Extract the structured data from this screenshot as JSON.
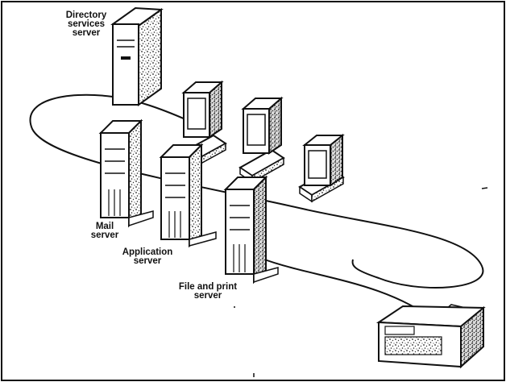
{
  "labels": {
    "directory": [
      "Directory",
      "services",
      "server"
    ],
    "mail": [
      "Mail",
      "server"
    ],
    "application": [
      "Application",
      "server"
    ],
    "fileprint": [
      "File and print",
      "server"
    ]
  },
  "devices": {
    "directory_server": "tower-server-icon",
    "mail_server": "tower-server-icon",
    "application_server": "tower-server-icon",
    "file_print_server": "tower-server-icon",
    "workstations": "crt-workstation-icon",
    "printer": "laser-printer-icon"
  },
  "colors": {
    "ink": "#111111",
    "background": "#ffffff"
  }
}
